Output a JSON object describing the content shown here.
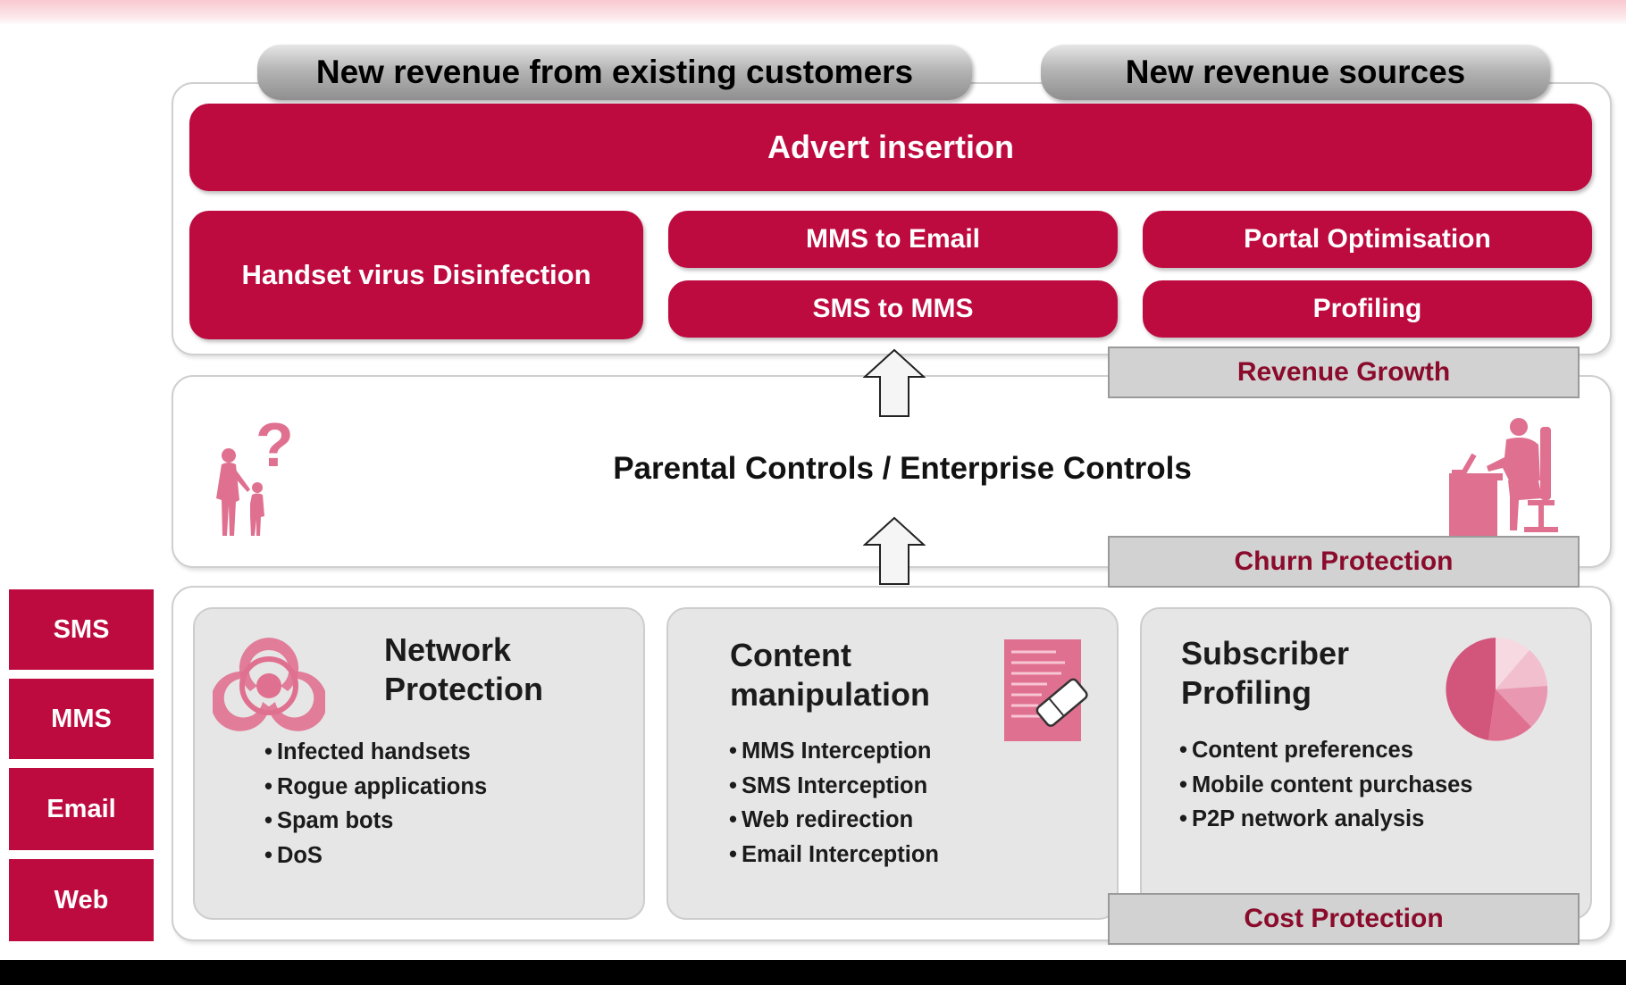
{
  "header_pills": [
    "New revenue from existing customers",
    "New revenue sources"
  ],
  "revenue": {
    "advert": "Advert insertion",
    "handset_virus": "Handset virus Disinfection",
    "mms_to_email": "MMS to Email",
    "sms_to_mms": "SMS to MMS",
    "portal_optimisation": "Portal Optimisation",
    "profiling": "Profiling",
    "section_label": "Revenue Growth"
  },
  "controls": {
    "title": "Parental Controls / Enterprise Controls",
    "section_label": "Churn Protection"
  },
  "protection": {
    "section_label": "Cost Protection",
    "cards": [
      {
        "title": "Network Protection",
        "title_lines": [
          "Network",
          "Protection"
        ],
        "icon": "biohazard-icon",
        "bullets": [
          "Infected handsets",
          "Rogue applications",
          "Spam bots",
          "DoS"
        ]
      },
      {
        "title": "Content manipulation",
        "title_lines": [
          "Content",
          "manipulation"
        ],
        "icon": "document-eraser-icon",
        "bullets": [
          "MMS Interception",
          "SMS Interception",
          "Web redirection",
          "Email Interception"
        ]
      },
      {
        "title": "Subscriber Profiling",
        "title_lines": [
          "Subscriber",
          "Profiling"
        ],
        "icon": "pie-chart-icon",
        "bullets": [
          "Content preferences",
          "Mobile content purchases",
          "P2P network analysis"
        ]
      }
    ]
  },
  "side_channels": [
    "SMS",
    "MMS",
    "Email",
    "Web"
  ],
  "colors": {
    "crimson": "#bd0a3f",
    "label_text": "#8a0b2b",
    "icon_pink": "#e07090"
  }
}
